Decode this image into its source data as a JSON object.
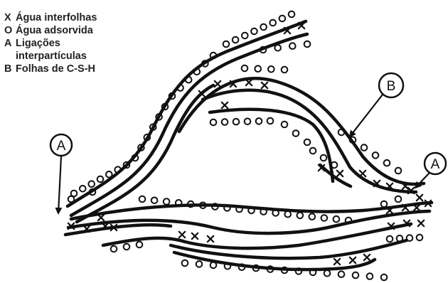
{
  "legend": {
    "items": [
      {
        "symbol": "X",
        "text": "Água interfolhas"
      },
      {
        "symbol": "O",
        "text": "Água adsorvida"
      },
      {
        "symbol": "A",
        "text": "Ligações",
        "continuation": "interpartículas"
      },
      {
        "symbol": "B",
        "text": "Folhas de C-S-H"
      }
    ]
  },
  "callouts": {
    "a": "A",
    "b": "B"
  },
  "colors": {
    "ink": "#111111",
    "background": "#ffffff"
  },
  "icons": {
    "water_interlayer": "x-mark-icon",
    "water_adsorbed": "circle-icon"
  }
}
